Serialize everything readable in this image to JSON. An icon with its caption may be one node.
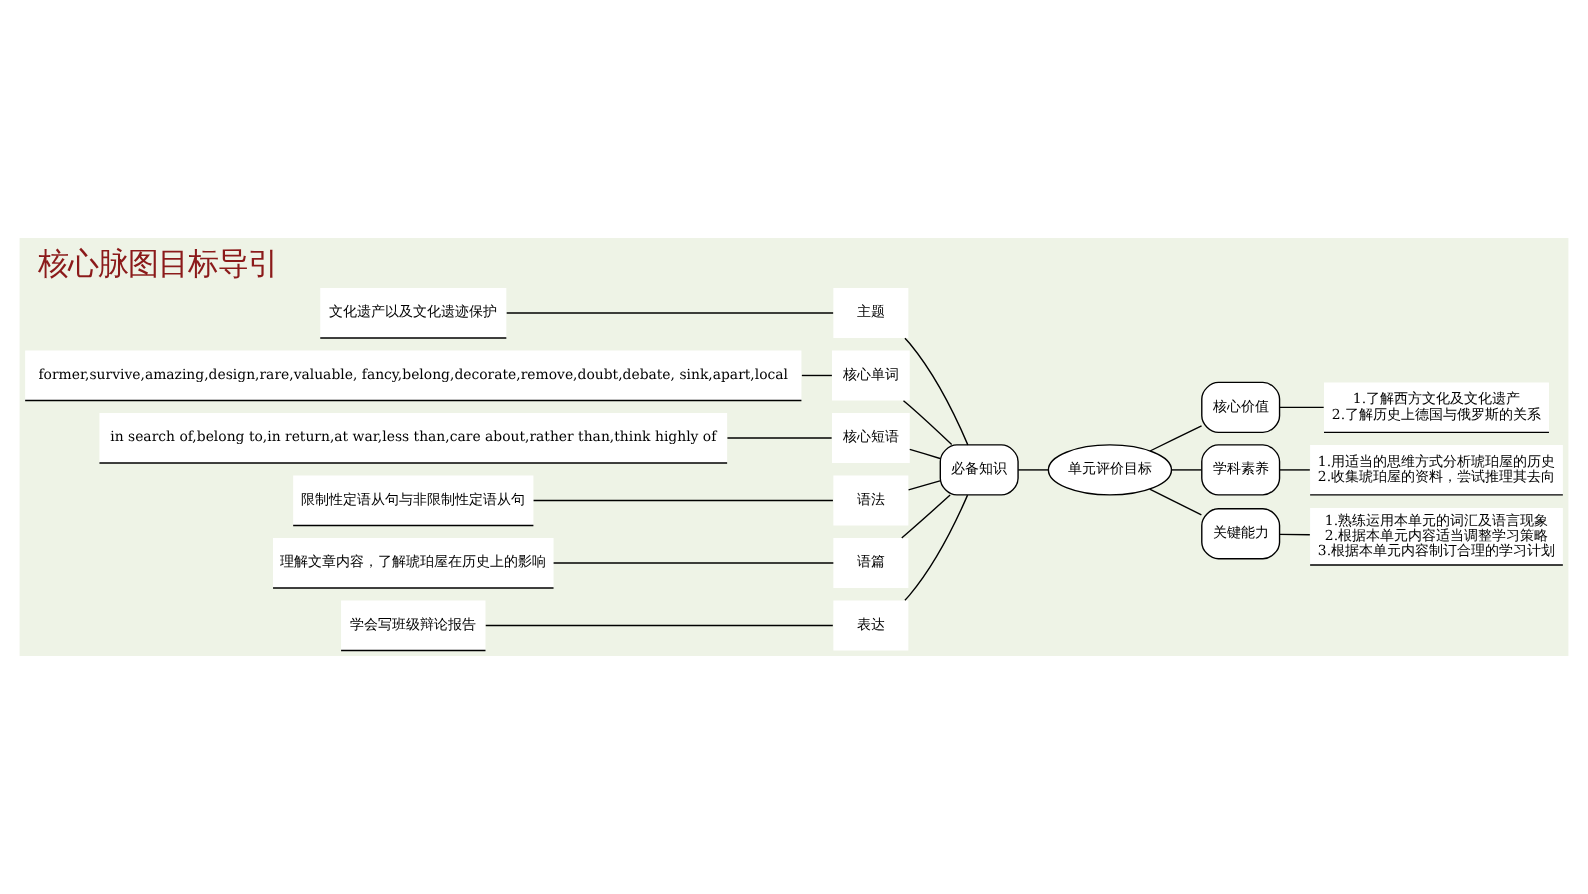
{
  "diagram": {
    "title": "核心脉图目标导引",
    "nodes": [
      {
        "text": [
          "文化遗产以及文化遗迹保护"
        ]
      },
      {
        "text": [
          "主题"
        ]
      },
      {
        "text": [
          "former,survive,amazing,design,rare,valuable, fancy,belong,decorate,remove,doubt,debate, sink,apart,local"
        ]
      },
      {
        "text": [
          "核心单词"
        ]
      },
      {
        "text": [
          "in search of,belong to,in return,at war,less than,care about,rather than,think highly of"
        ]
      },
      {
        "text": [
          "核心短语"
        ]
      },
      {
        "text": [
          "限制性定语从句与非限制性定语从句"
        ]
      },
      {
        "text": [
          "语法"
        ]
      },
      {
        "text": [
          "理解文章内容，了解琥珀屋在历史上的影响"
        ]
      },
      {
        "text": [
          "语篇"
        ]
      },
      {
        "text": [
          "学会写班级辩论报告"
        ]
      },
      {
        "text": [
          "表达"
        ]
      },
      {
        "text": [
          "必备知识"
        ]
      },
      {
        "text": [
          "单元评价目标"
        ]
      },
      {
        "text": [
          "核心价值"
        ]
      },
      {
        "text": [
          "1.了解西方文化及文化遗产",
          "2.了解历史上德国与俄罗斯的关系"
        ]
      },
      {
        "text": [
          "学科素养"
        ]
      },
      {
        "text": [
          "1.用适当的思维方式分析琥珀屋的历史",
          "2.收集琥珀屋的资料，尝试推理其去向"
        ]
      },
      {
        "text": [
          "关键能力"
        ]
      },
      {
        "text": [
          "1.熟练运用本单元的词汇及语言现象",
          "2.根据本单元内容适当调整学习策略",
          "3.根据本单元内容制订合理的学习计划"
        ]
      }
    ],
    "edges": [
      {
        "from": 0,
        "to": 1,
        "arrow": "none"
      },
      {
        "from": 2,
        "to": 3,
        "arrow": "none"
      },
      {
        "from": 4,
        "to": 5,
        "arrow": "none"
      },
      {
        "from": 6,
        "to": 7,
        "arrow": "none"
      },
      {
        "from": 8,
        "to": 9,
        "arrow": "none"
      },
      {
        "from": 10,
        "to": 11,
        "arrow": "none"
      },
      {
        "from": 1,
        "to": 12,
        "arrow": "none"
      },
      {
        "from": 3,
        "to": 12,
        "arrow": "none"
      },
      {
        "from": 5,
        "to": 12,
        "arrow": "none"
      },
      {
        "from": 7,
        "to": 12,
        "arrow": "none"
      },
      {
        "from": 9,
        "to": 12,
        "arrow": "none"
      },
      {
        "from": 11,
        "to": 12,
        "arrow": "none"
      },
      {
        "from": 12,
        "to": 13,
        "arrow": "none"
      },
      {
        "from": 13,
        "to": 14,
        "arrow": "none"
      },
      {
        "from": 14,
        "to": 15,
        "arrow": "none"
      },
      {
        "from": 13,
        "to": 16,
        "arrow": "none"
      },
      {
        "from": 16,
        "to": 17,
        "arrow": "none"
      },
      {
        "from": 13,
        "to": 18,
        "arrow": "none"
      },
      {
        "from": 18,
        "to": 19,
        "arrow": "none"
      }
    ]
  }
}
